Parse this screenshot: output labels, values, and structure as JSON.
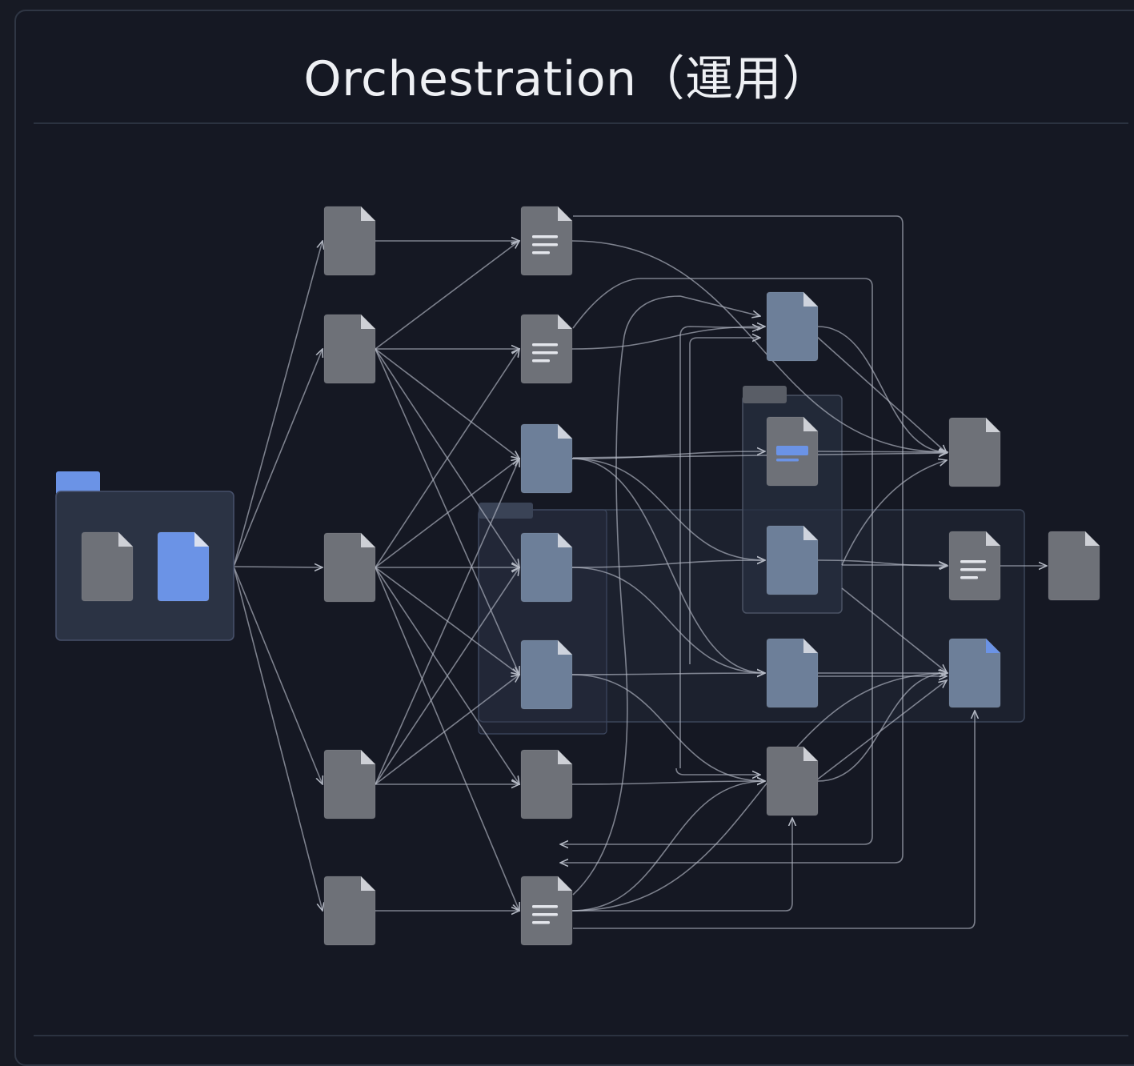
{
  "title": "Orchestration（運用）",
  "colors": {
    "background": "#151823",
    "edge": "#b4b9c4",
    "doc_gray": "#6e7178",
    "doc_slate": "#6d7f99",
    "doc_blue": "#6b93e6",
    "folder_blue": "#6b93e6",
    "group_fill": "#2a3346"
  },
  "diagram": {
    "nodes": [
      {
        "id": "src_gray",
        "style": "gray",
        "icon": "document-icon"
      },
      {
        "id": "src_blue",
        "style": "blue",
        "icon": "document-icon"
      },
      {
        "id": "c1_1",
        "style": "gray",
        "icon": "document-icon"
      },
      {
        "id": "c1_2",
        "style": "gray",
        "icon": "document-icon"
      },
      {
        "id": "c1_3",
        "style": "gray",
        "icon": "document-icon"
      },
      {
        "id": "c1_4",
        "style": "gray",
        "icon": "document-icon"
      },
      {
        "id": "c1_5",
        "style": "gray",
        "icon": "document-icon"
      },
      {
        "id": "c2_1",
        "style": "gray",
        "icon": "document-text-icon"
      },
      {
        "id": "c2_2",
        "style": "gray",
        "icon": "document-text-icon"
      },
      {
        "id": "c2_3",
        "style": "slate",
        "icon": "document-icon"
      },
      {
        "id": "c2_4",
        "style": "slate",
        "icon": "document-icon"
      },
      {
        "id": "c2_5",
        "style": "slate",
        "icon": "document-icon"
      },
      {
        "id": "c2_6",
        "style": "gray",
        "icon": "document-icon"
      },
      {
        "id": "c2_7",
        "style": "gray",
        "icon": "document-text-icon"
      },
      {
        "id": "c3_1",
        "style": "slate",
        "icon": "document-icon"
      },
      {
        "id": "c3_2",
        "style": "gray",
        "icon": "document-highlight-icon"
      },
      {
        "id": "c3_3",
        "style": "slate",
        "icon": "document-icon"
      },
      {
        "id": "c3_4",
        "style": "slate",
        "icon": "document-icon"
      },
      {
        "id": "c3_5",
        "style": "gray",
        "icon": "document-icon"
      },
      {
        "id": "c4_1",
        "style": "gray",
        "icon": "document-icon"
      },
      {
        "id": "c4_2",
        "style": "gray",
        "icon": "document-text-icon"
      },
      {
        "id": "c4_3",
        "style": "slate-blue",
        "icon": "document-icon"
      },
      {
        "id": "c5_1",
        "style": "gray",
        "icon": "document-icon"
      }
    ],
    "edges": [
      [
        "src",
        "c1_1"
      ],
      [
        "src",
        "c1_2"
      ],
      [
        "src",
        "c1_3"
      ],
      [
        "src",
        "c1_4"
      ],
      [
        "src",
        "c1_5"
      ],
      [
        "c1_1",
        "c2_1"
      ],
      [
        "c1_2",
        "c2_1"
      ],
      [
        "c1_2",
        "c2_2"
      ],
      [
        "c1_2",
        "c2_3"
      ],
      [
        "c1_2",
        "c2_4"
      ],
      [
        "c1_2",
        "c2_5"
      ],
      [
        "c1_3",
        "c2_2"
      ],
      [
        "c1_3",
        "c2_3"
      ],
      [
        "c1_3",
        "c2_4"
      ],
      [
        "c1_3",
        "c2_5"
      ],
      [
        "c1_3",
        "c2_6"
      ],
      [
        "c1_3",
        "c2_7"
      ],
      [
        "c1_4",
        "c2_3"
      ],
      [
        "c1_4",
        "c2_4"
      ],
      [
        "c1_4",
        "c2_5"
      ],
      [
        "c1_4",
        "c2_6"
      ],
      [
        "c1_5",
        "c2_7"
      ],
      [
        "c2_1",
        "c4_1"
      ],
      [
        "c2_2",
        "c3_1"
      ],
      [
        "c2_3",
        "c3_2"
      ],
      [
        "c2_3",
        "c3_3"
      ],
      [
        "c2_3",
        "c3_4"
      ],
      [
        "c2_4",
        "c3_3"
      ],
      [
        "c2_4",
        "c3_4"
      ],
      [
        "c2_5",
        "c3_4"
      ],
      [
        "c2_5",
        "c3_5"
      ],
      [
        "c2_6",
        "c3_5"
      ],
      [
        "c2_7",
        "c3_5"
      ],
      [
        "c2_7",
        "c4_3"
      ],
      [
        "c3_1",
        "c4_1"
      ],
      [
        "c3_2",
        "c4_1"
      ],
      [
        "c3_3",
        "c4_2"
      ],
      [
        "c3_4",
        "c4_3"
      ],
      [
        "c3_5",
        "c4_3"
      ],
      [
        "c4_2",
        "c5_1"
      ]
    ]
  }
}
